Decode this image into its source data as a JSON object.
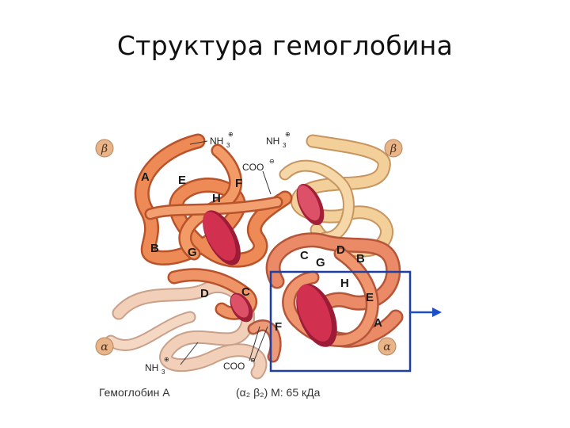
{
  "slide": {
    "title": "Структура гемоглобина"
  },
  "figure": {
    "subunit_markers": {
      "top_left": "β",
      "top_right": "β",
      "bottom_left": "α",
      "bottom_right": "α"
    },
    "terminals": {
      "nh3_top_left": "NH",
      "nh3_top_right": "NH",
      "coo_top": "COO",
      "nh3_bottom": "NH",
      "coo_bottom": "COO",
      "nh3_subscript": "3",
      "charge_plus": "⊕",
      "charge_minus": "⊖"
    },
    "helix_labels": {
      "left_A": "A",
      "left_E": "E",
      "left_F": "F",
      "left_H": "H",
      "left_B": "B",
      "left_G": "G",
      "left_D": "D",
      "left_C": "C",
      "right_C": "C",
      "right_G": "G",
      "right_D": "D",
      "right_B": "B",
      "right_H": "H",
      "right_E": "E",
      "right_A": "A",
      "right_F": "F"
    },
    "caption": {
      "name": "Гемоглобин А",
      "formula": "(α₂ β₂) M: 65 кДа"
    },
    "colors": {
      "beta_chain": "#ee8a55",
      "beta_chain_light": "#f3c790",
      "alpha_chain": "#e8b497",
      "heme": "#d2304f",
      "box": "#1f3fa0",
      "arrow": "#1a4fc8",
      "marker_fill": "#e9b487"
    }
  }
}
